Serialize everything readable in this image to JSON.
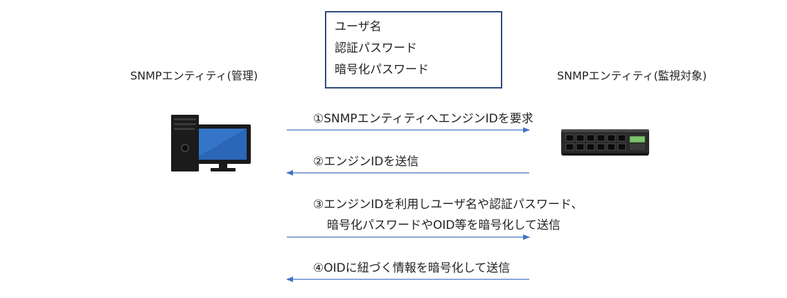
{
  "credentials": {
    "lines": [
      "ユーザ名",
      "認証パスワード",
      "暗号化パスワード"
    ]
  },
  "entities": {
    "manager": "SNMPエンティティ(管理)",
    "agent": "SNMPエンティティ(監視対象)"
  },
  "steps": [
    {
      "label": "①SNMPエンティティへエンジンIDを要求",
      "direction": "right"
    },
    {
      "label": "②エンジンIDを送信",
      "direction": "left"
    },
    {
      "label_line1": "③エンジンIDを利用しユーザ名や認証パスワード、",
      "label_line2": "暗号化パスワードやOID等を暗号化して送信",
      "direction": "right"
    },
    {
      "label": "④OIDに紐づく情報を暗号化して送信",
      "direction": "left"
    }
  ],
  "icons": {
    "manager": "desktop-computer-icon",
    "agent": "network-switch-icon"
  },
  "colors": {
    "arrow": "#4472c4",
    "box_border": "#2f4a78"
  }
}
